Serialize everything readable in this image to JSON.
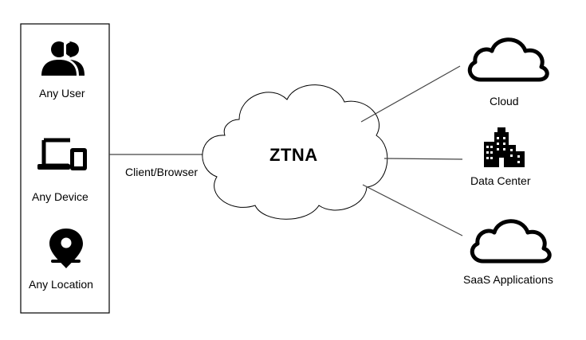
{
  "diagram": {
    "center": {
      "label": "ZTNA",
      "shape": "cloud"
    },
    "connection_label": "Client/Browser",
    "sources": [
      {
        "label": "Any User",
        "icon": "users-icon"
      },
      {
        "label": "Any Device",
        "icon": "laptop-phone-icon"
      },
      {
        "label": "Any Location",
        "icon": "location-pin-icon"
      }
    ],
    "targets": [
      {
        "label": "Cloud",
        "icon": "cloud-icon"
      },
      {
        "label": "Data Center",
        "icon": "building-icon"
      },
      {
        "label": "SaaS Applications",
        "icon": "cloud-icon"
      }
    ]
  },
  "colors": {
    "stroke": "#000000",
    "background": "#ffffff"
  }
}
